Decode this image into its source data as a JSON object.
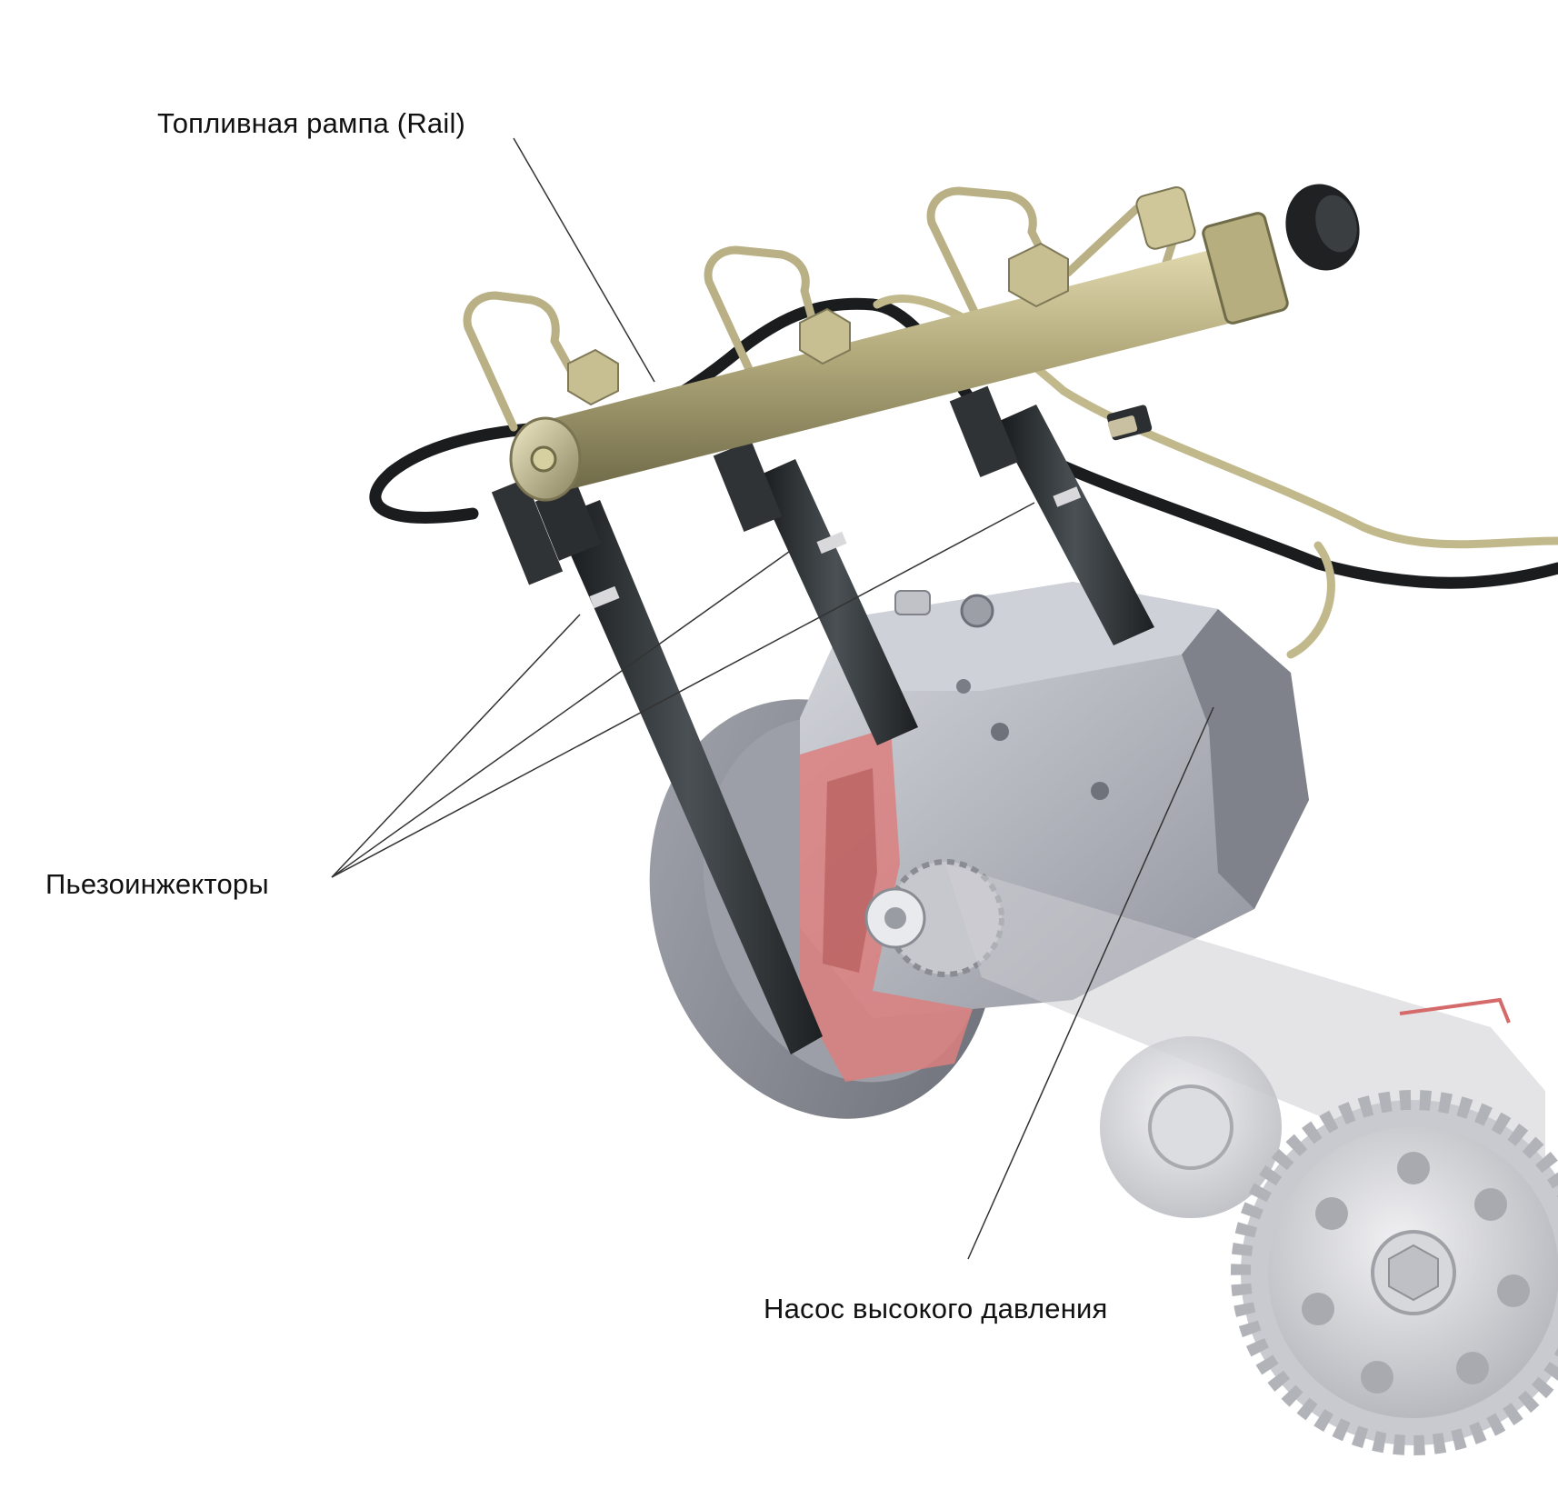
{
  "labels": {
    "rail": "Топливная рампа (Rail)",
    "injectors": "Пьезоинжекторы",
    "pump": "Насос высокого давления"
  },
  "colors": {
    "rail_brass": "#b3aa7c",
    "injector_black": "#2a2d2f",
    "pump_grey": "#b9bbc3",
    "cutaway_red": "#dc7f7f",
    "leader_line": "#333333"
  }
}
